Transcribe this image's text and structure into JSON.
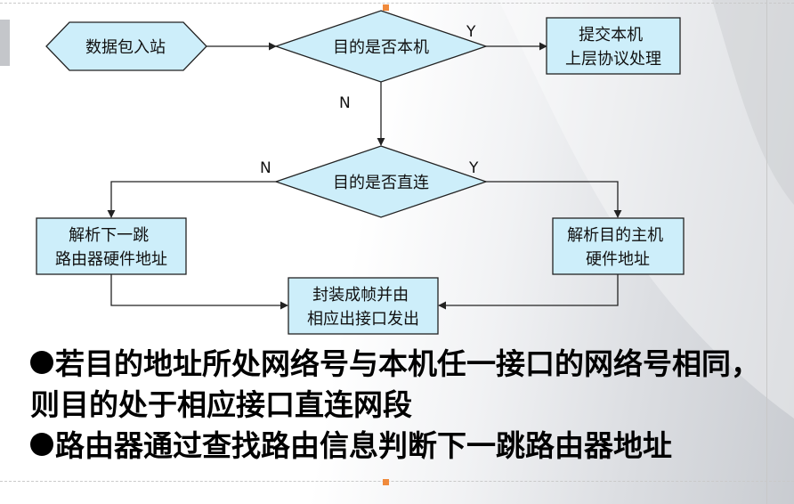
{
  "flowchart": {
    "nodes": {
      "start": [
        "数据包入站"
      ],
      "is_local": [
        "目的是否本机"
      ],
      "submit_upper": [
        "提交本机",
        "上层协议处理"
      ],
      "is_direct": [
        "目的是否直连"
      ],
      "resolve_next_hop": [
        "解析下一跳",
        "路由器硬件地址"
      ],
      "resolve_dest_host": [
        "解析目的主机",
        "硬件地址"
      ],
      "encapsulate": [
        "封装成帧并由",
        "相应出接口发出"
      ]
    },
    "edge_labels": {
      "is_local_yes": "Y",
      "is_local_no": "N",
      "is_direct_no": "N",
      "is_direct_yes": "Y"
    }
  },
  "bullets": [
    "若目的地址所处网络号与本机任一接口的网络号相同，则目的处于相应接口直连网段",
    "路由器通过查找路由信息判断下一跳路由器地址"
  ],
  "colors": {
    "node_fill": "#cdeefa",
    "node_stroke": "#222222",
    "connector": "#222222",
    "handle": "#f08a3c"
  }
}
